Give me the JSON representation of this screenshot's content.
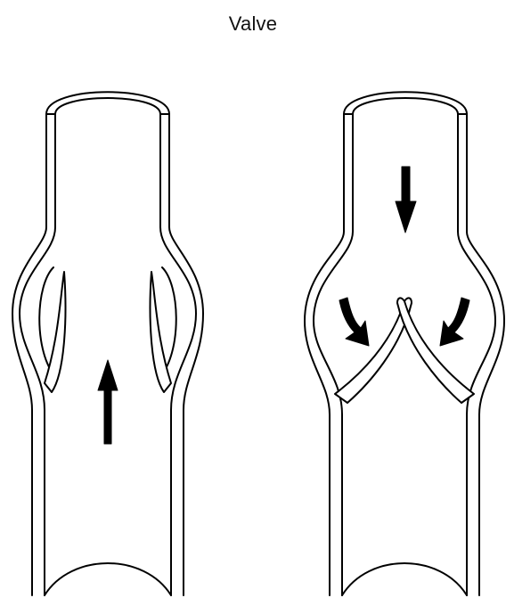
{
  "title": "Valve",
  "colors": {
    "ink": "#000000",
    "background": "#ffffff"
  },
  "panels": [
    {
      "id": "open-valve",
      "flow_arrows": [
        "up"
      ]
    },
    {
      "id": "closed-valve",
      "flow_arrows": [
        "down",
        "curved-down-left",
        "curved-down-right"
      ]
    }
  ]
}
